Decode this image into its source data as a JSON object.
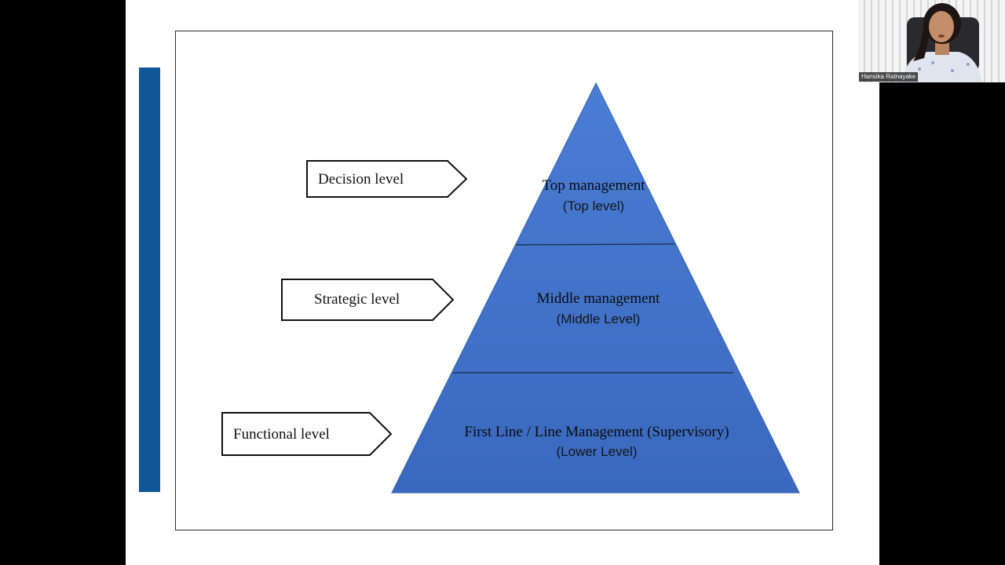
{
  "slide": {
    "arrows": [
      {
        "label": "Decision level"
      },
      {
        "label": "Strategic level"
      },
      {
        "label": "Functional level"
      }
    ],
    "tiers": [
      {
        "title": "Top management",
        "subtitle": "(Top level)"
      },
      {
        "title": "Middle management",
        "subtitle": "(Middle Level)"
      },
      {
        "title": "First Line / Line Management (Supervisory)",
        "subtitle": "(Lower Level)"
      }
    ]
  },
  "video": {
    "participant_name": "Hansika Ratnayake"
  },
  "colors": {
    "pyramid_fill": "#3f72c9",
    "accent_bar": "#0f5796",
    "background": "#000000"
  }
}
